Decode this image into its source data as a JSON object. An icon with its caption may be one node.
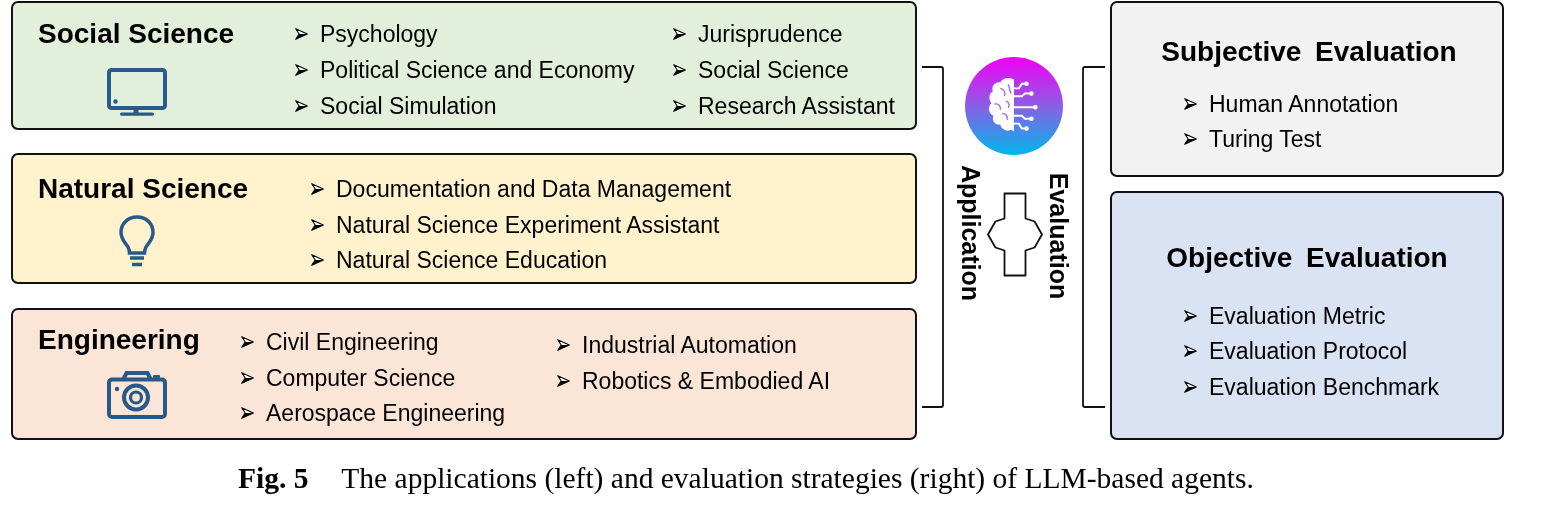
{
  "diagram": {
    "caption": "**Fig. 5** The applications (left) and evaluation strategies (right) of LLM-based agents.",
    "nodes": [
      {
        "text": [
          "Social Science",
          "Psychology",
          "Political Science and Economy",
          "Social Simulation",
          "Jurisprudence",
          "Social Science",
          "Research Assistant"
        ]
      },
      {
        "text": [
          "Natural Science",
          "Documentation and Data Management",
          "Natural Science Experiment Assistant",
          "Natural Science Education"
        ]
      },
      {
        "text": [
          "Engineering",
          "Civil Engineering",
          "Computer Science",
          "Aerospace Engineering",
          "Industrial Automation",
          "Robotics & Embodied AI"
        ]
      },
      {
        "text": [
          "Application"
        ]
      },
      {
        "text": [
          "Evaluation"
        ]
      },
      {
        "text": [
          "Subjective Evaluation",
          "Human Annotation",
          "Turing Test"
        ]
      },
      {
        "text": [
          "Objective Evaluation",
          "Evaluation Metric",
          "Evaluation Protocol",
          "Evaluation Benchmark"
        ]
      }
    ],
    "edges": [
      {
        "from": 3,
        "to": 4,
        "arrow": "both"
      }
    ]
  }
}
